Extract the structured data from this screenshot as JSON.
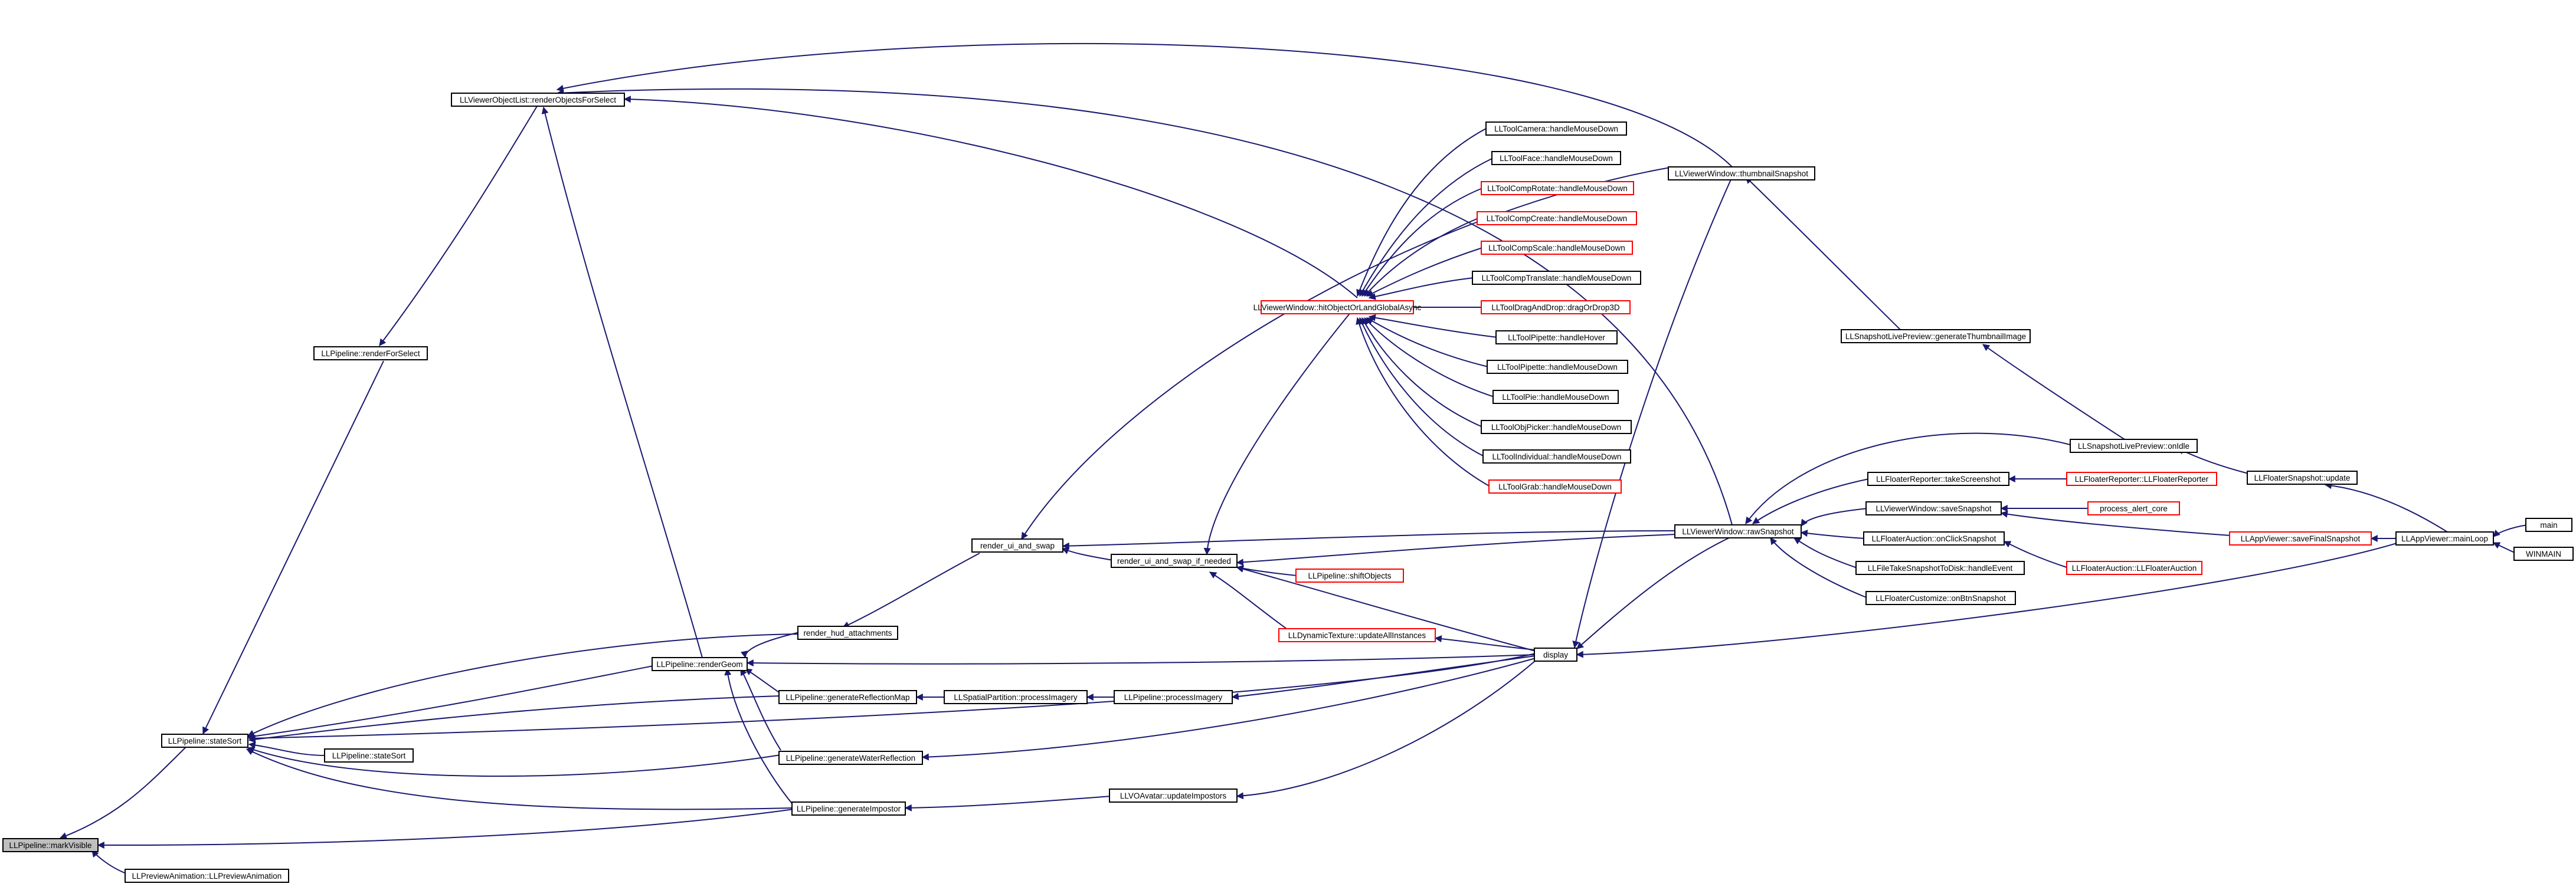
{
  "colors": {
    "edge": "#191970",
    "node_border": "#000000",
    "undocumented_border": "#ff0000",
    "focus_fill": "#bfbfbf",
    "fill": "#ffffff"
  },
  "graph": {
    "nodes": [
      {
        "id": "n0",
        "label": "LLPipeline::markVisible",
        "style": "focus"
      },
      {
        "id": "n1",
        "label": "LLPreviewAnimation::LLPreviewAnimation",
        "style": "normal"
      },
      {
        "id": "n2",
        "label": "LLPipeline::stateSort",
        "style": "normal"
      },
      {
        "id": "n3",
        "label": "LLPipeline::renderForSelect",
        "style": "normal"
      },
      {
        "id": "n4",
        "label": "LLViewerObjectList::renderObjectsForSelect",
        "style": "normal"
      },
      {
        "id": "n5",
        "label": "LLPipeline::renderGeom",
        "style": "normal"
      },
      {
        "id": "n6",
        "label": "render_hud_attachments",
        "style": "normal"
      },
      {
        "id": "n7",
        "label": "render_ui_and_swap",
        "style": "normal"
      },
      {
        "id": "n8",
        "label": "render_ui_and_swap_if_needed",
        "style": "normal"
      },
      {
        "id": "n9",
        "label": "LLPipeline::generateReflectionMap",
        "style": "normal"
      },
      {
        "id": "n10",
        "label": "LLSpatialPartition::processImagery",
        "style": "normal"
      },
      {
        "id": "n11",
        "label": "LLPipeline::processImagery",
        "style": "normal"
      },
      {
        "id": "n12",
        "label": "LLPipeline::stateSort",
        "style": "normal"
      },
      {
        "id": "n13",
        "label": "LLPipeline::generateWaterReflection",
        "style": "normal"
      },
      {
        "id": "n14",
        "label": "LLPipeline::generateImpostor",
        "style": "normal"
      },
      {
        "id": "n15",
        "label": "LLVOAvatar::updateImpostors",
        "style": "normal"
      },
      {
        "id": "n16",
        "label": "LLPipeline::shiftObjects",
        "style": "undocumented"
      },
      {
        "id": "n17",
        "label": "LLDynamicTexture::updateAllInstances",
        "style": "undocumented"
      },
      {
        "id": "n18",
        "label": "display",
        "style": "normal"
      },
      {
        "id": "n19",
        "label": "LLViewerWindow::hitObjectOrLandGlobalAsync",
        "style": "undocumented"
      },
      {
        "id": "n20",
        "label": "LLToolCamera::handleMouseDown",
        "style": "normal"
      },
      {
        "id": "n21",
        "label": "LLToolFace::handleMouseDown",
        "style": "normal"
      },
      {
        "id": "n22",
        "label": "LLToolCompRotate::handleMouseDown",
        "style": "undocumented"
      },
      {
        "id": "n23",
        "label": "LLToolCompCreate::handleMouseDown",
        "style": "undocumented"
      },
      {
        "id": "n24",
        "label": "LLToolCompScale::handleMouseDown",
        "style": "undocumented"
      },
      {
        "id": "n25",
        "label": "LLToolCompTranslate::handleMouseDown",
        "style": "normal"
      },
      {
        "id": "n26",
        "label": "LLToolDragAndDrop::dragOrDrop3D",
        "style": "undocumented"
      },
      {
        "id": "n27",
        "label": "LLToolPipette::handleHover",
        "style": "normal"
      },
      {
        "id": "n28",
        "label": "LLToolPipette::handleMouseDown",
        "style": "normal"
      },
      {
        "id": "n29",
        "label": "LLToolPie::handleMouseDown",
        "style": "normal"
      },
      {
        "id": "n30",
        "label": "LLToolObjPicker::handleMouseDown",
        "style": "normal"
      },
      {
        "id": "n31",
        "label": "LLToolIndividual::handleMouseDown",
        "style": "normal"
      },
      {
        "id": "n32",
        "label": "LLToolGrab::handleMouseDown",
        "style": "undocumented"
      },
      {
        "id": "n33",
        "label": "LLViewerWindow::thumbnailSnapshot",
        "style": "normal"
      },
      {
        "id": "n34",
        "label": "LLViewerWindow::rawSnapshot",
        "style": "normal"
      },
      {
        "id": "n35",
        "label": "LLSnapshotLivePreview::generateThumbnailImage",
        "style": "normal"
      },
      {
        "id": "n36",
        "label": "LLSnapshotLivePreview::onIdle",
        "style": "normal"
      },
      {
        "id": "n37",
        "label": "LLFloaterReporter::takeScreenshot",
        "style": "normal"
      },
      {
        "id": "n38",
        "label": "LLFloaterReporter::LLFloaterReporter",
        "style": "undocumented"
      },
      {
        "id": "n39",
        "label": "LLViewerWindow::saveSnapshot",
        "style": "normal"
      },
      {
        "id": "n40",
        "label": "process_alert_core",
        "style": "undocumented"
      },
      {
        "id": "n41",
        "label": "LLFloaterAuction::onClickSnapshot",
        "style": "normal"
      },
      {
        "id": "n42",
        "label": "LLFloaterAuction::LLFloaterAuction",
        "style": "undocumented"
      },
      {
        "id": "n43",
        "label": "LLFileTakeSnapshotToDisk::handleEvent",
        "style": "normal"
      },
      {
        "id": "n44",
        "label": "LLFloaterCustomize::onBtnSnapshot",
        "style": "normal"
      },
      {
        "id": "n45",
        "label": "LLAppViewer::saveFinalSnapshot",
        "style": "undocumented"
      },
      {
        "id": "n46",
        "label": "LLFloaterSnapshot::update",
        "style": "normal"
      },
      {
        "id": "n47",
        "label": "LLAppViewer::mainLoop",
        "style": "normal"
      },
      {
        "id": "n48",
        "label": "main",
        "style": "normal"
      },
      {
        "id": "n49",
        "label": "WINMAIN",
        "style": "normal"
      }
    ]
  }
}
